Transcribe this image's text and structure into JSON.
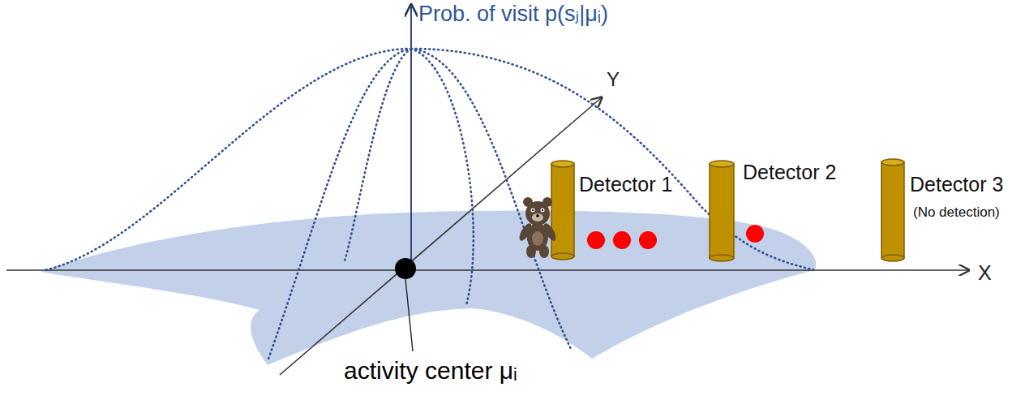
{
  "diagram": {
    "labels": [
      "Prob. of visit p(sⱼ|μᵢ)",
      "Y",
      "X",
      "Detector 1",
      "Detector 2",
      "Detector 3",
      "(No detection)",
      "activity center μᵢ"
    ]
  }
}
